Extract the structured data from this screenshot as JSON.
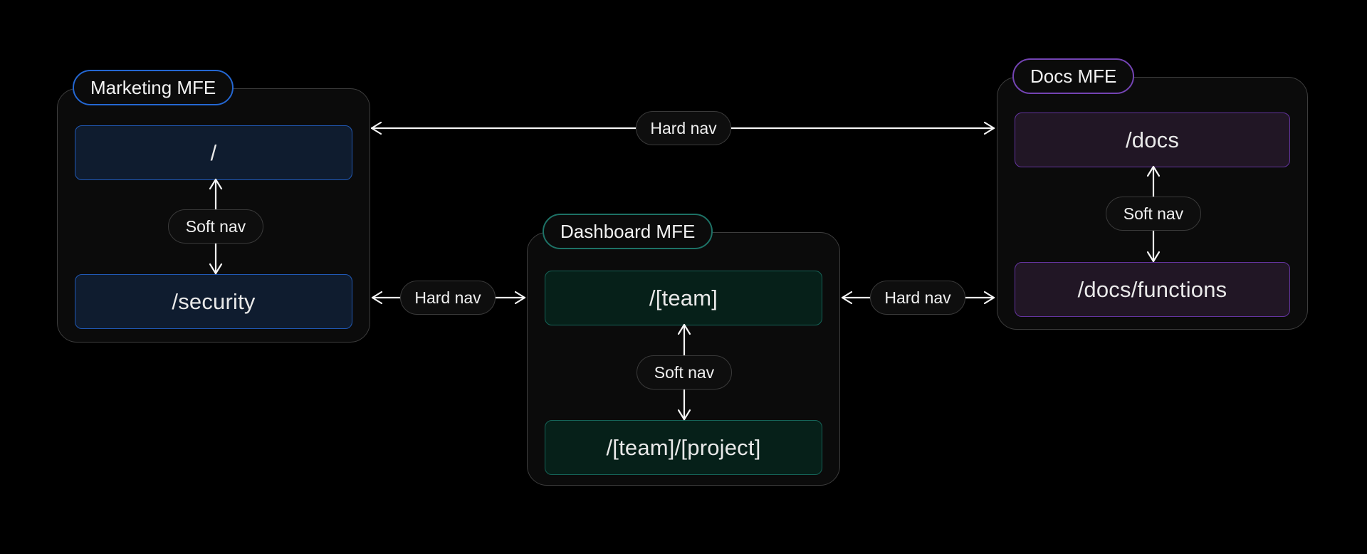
{
  "diagram": {
    "background_color": "#000000",
    "arrow_color": "#f5f5f5",
    "groups": [
      {
        "label": "Marketing MFE",
        "accent_color": "#2467d2",
        "node_bg_color": "#0f1c2f",
        "node_border_color": "#2058b4",
        "nodes": [
          {
            "label": "/"
          },
          {
            "label": "/security"
          }
        ],
        "internal_nav": {
          "label": "Soft nav",
          "type": "bidirectional"
        }
      },
      {
        "label": "Dashboard MFE",
        "accent_color": "#1d7266",
        "node_bg_color": "#062019",
        "node_border_color": "#156357",
        "nodes": [
          {
            "label": "/[team]"
          },
          {
            "label": "/[team]/[project]"
          }
        ],
        "internal_nav": {
          "label": "Soft nav",
          "type": "bidirectional"
        }
      },
      {
        "label": "Docs MFE",
        "accent_color": "#7444b4",
        "node_bg_color": "#211625",
        "node_border_color": "#64349f",
        "nodes": [
          {
            "label": "/docs"
          },
          {
            "label": "/docs/functions"
          }
        ],
        "internal_nav": {
          "label": "Soft nav",
          "type": "bidirectional"
        }
      }
    ],
    "external_nav": [
      {
        "label": "Hard nav",
        "from": "Marketing MFE",
        "to": "Docs MFE",
        "type": "bidirectional"
      },
      {
        "label": "Hard nav",
        "from": "Marketing MFE",
        "to": "Dashboard MFE",
        "type": "bidirectional"
      },
      {
        "label": "Hard nav",
        "from": "Dashboard MFE",
        "to": "Docs MFE",
        "type": "bidirectional"
      }
    ]
  }
}
